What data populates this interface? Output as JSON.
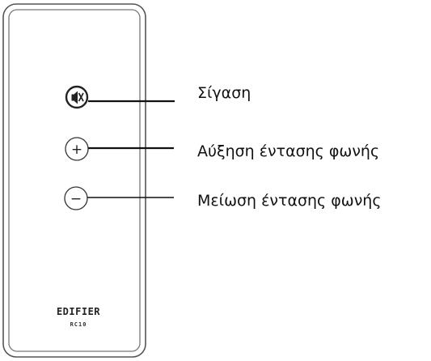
{
  "remote": {
    "brand": "EDIFIER",
    "model": "RC10"
  },
  "buttons": [
    {
      "id": "mute",
      "icon": "speaker-mute-icon",
      "symbol": "",
      "label": "Σίγαση"
    },
    {
      "id": "volume-up",
      "icon": "plus-icon",
      "symbol": "+",
      "label": "Αύξηση έντασης φωνής"
    },
    {
      "id": "volume-down",
      "icon": "minus-icon",
      "symbol": "−",
      "label": "Μείωση έντασης φωνής"
    }
  ],
  "colors": {
    "outline": "#333333",
    "text": "#111111"
  }
}
